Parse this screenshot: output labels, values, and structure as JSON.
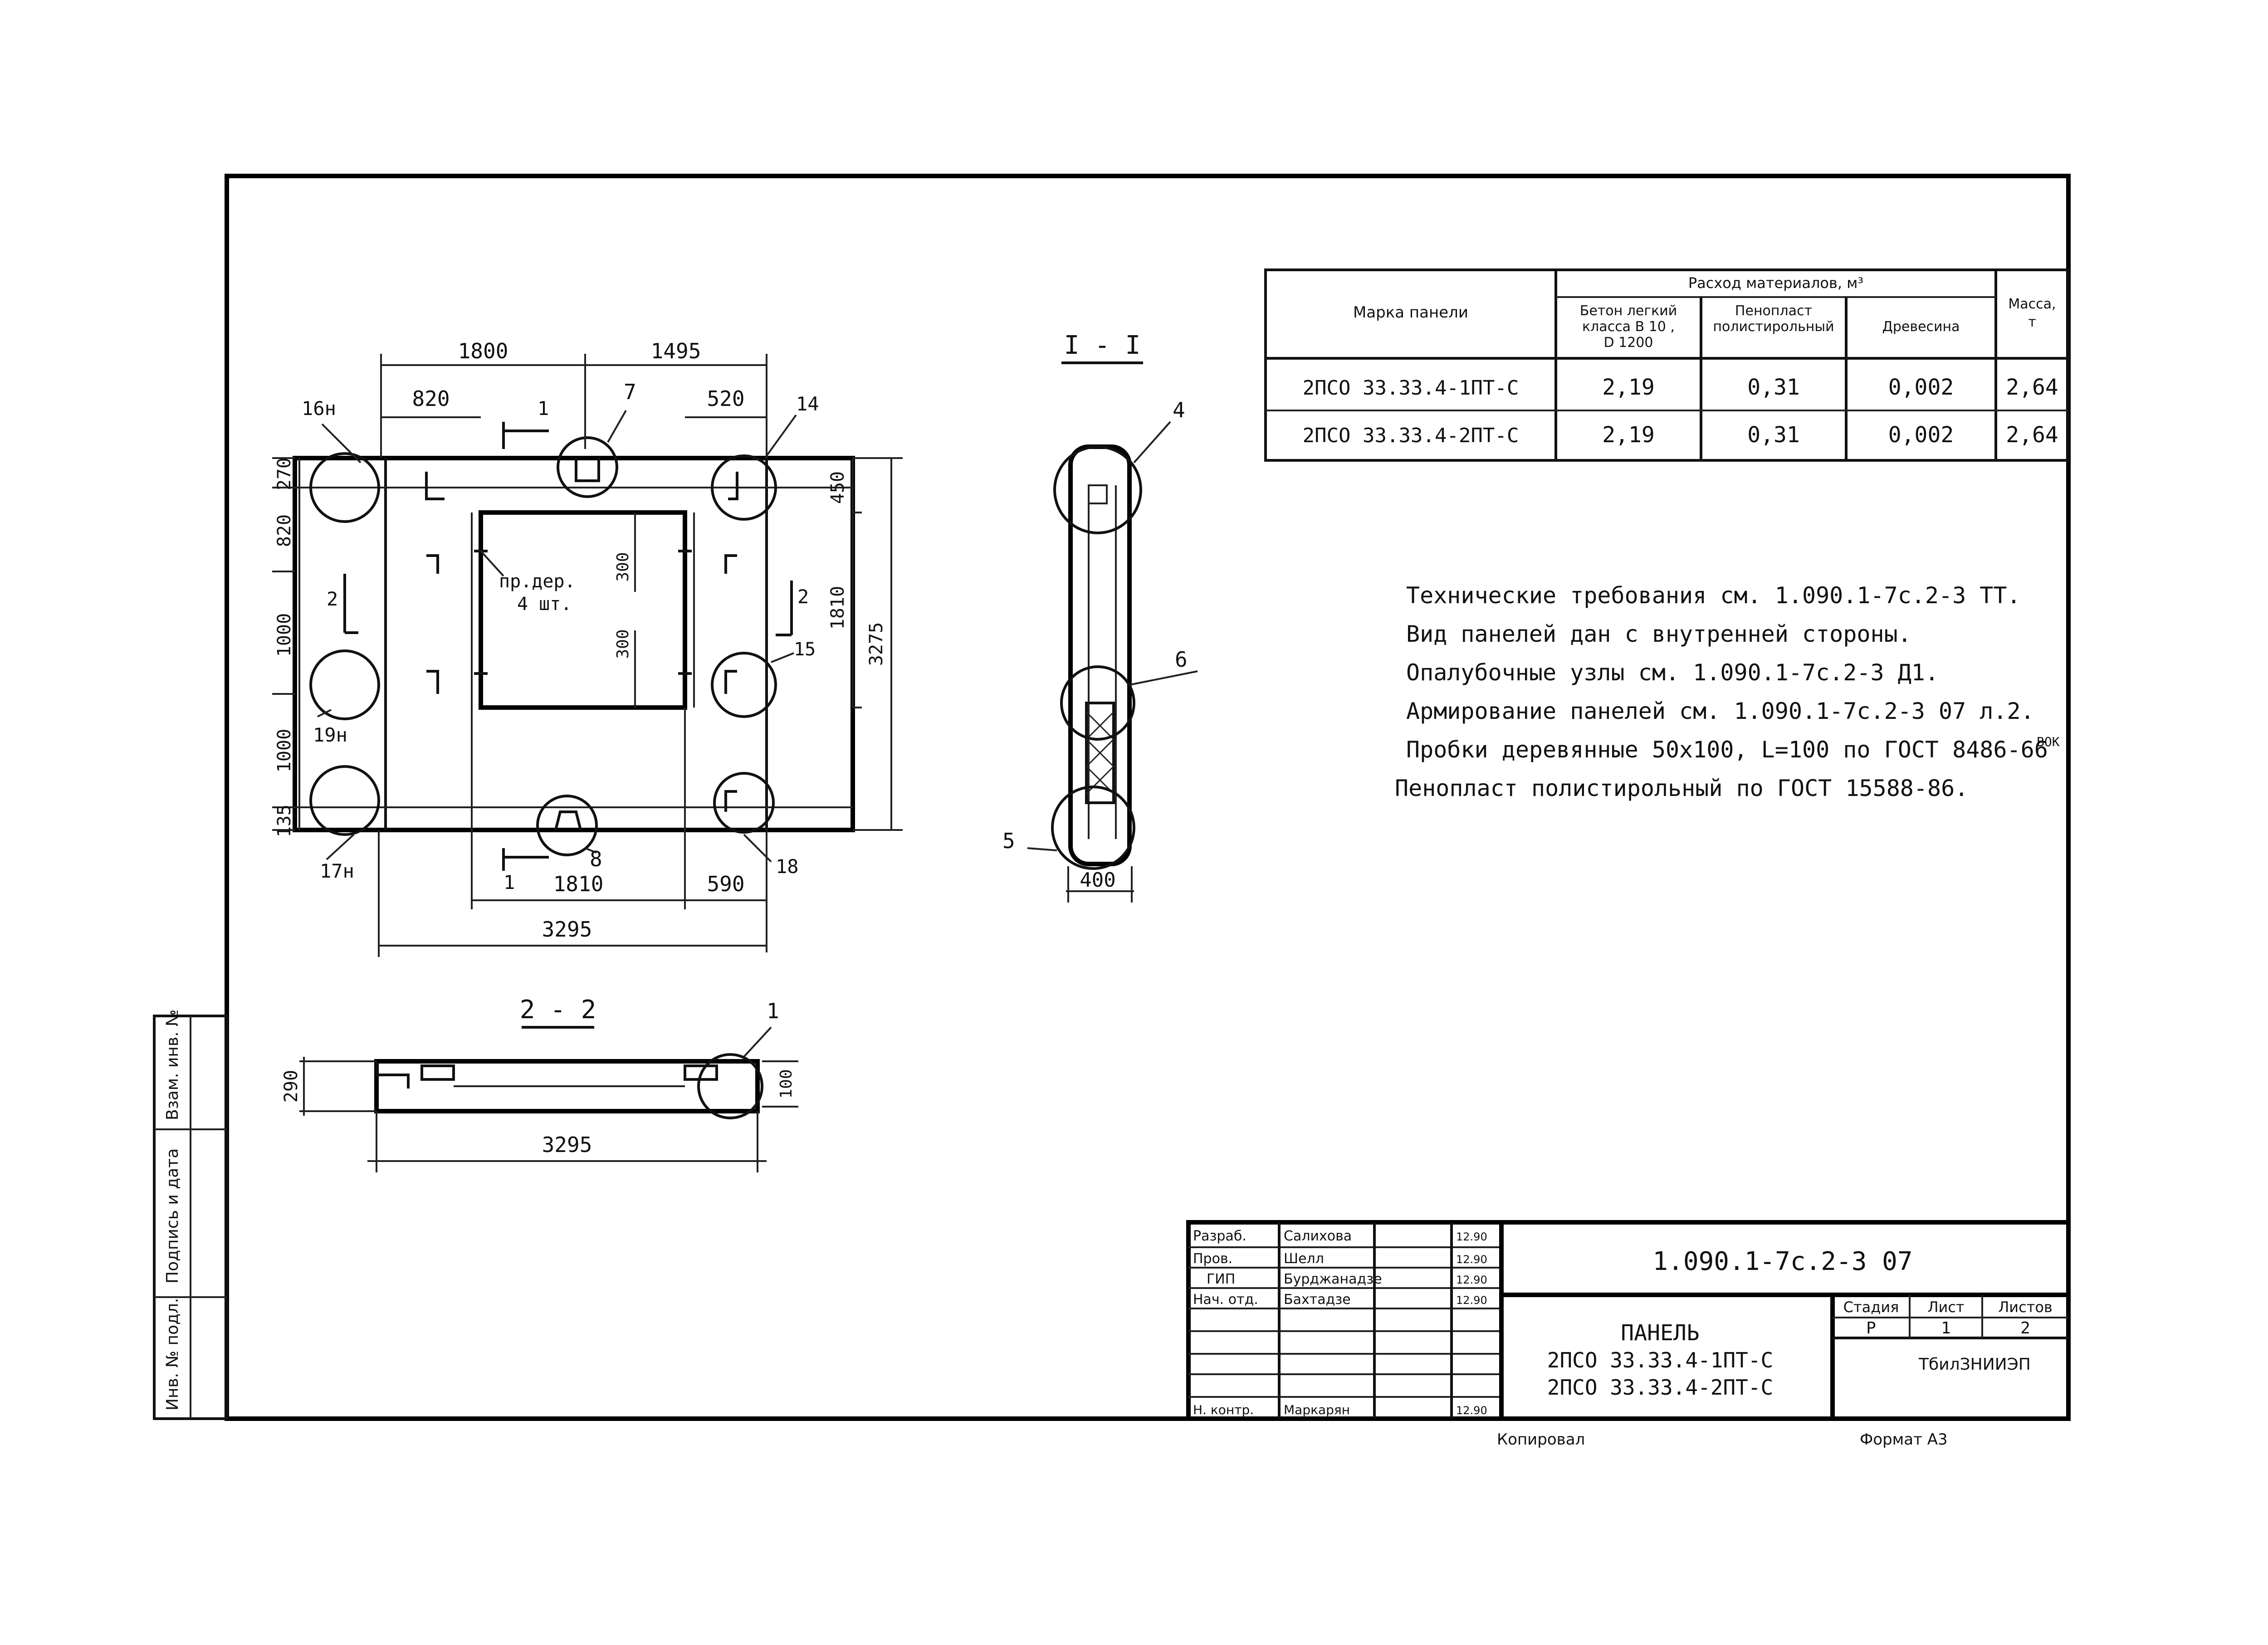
{
  "materials_table": {
    "header_panel": "Марка панели",
    "header_group": "Расход материалов, м³",
    "header_concrete": [
      "Бетон легкий",
      "класса В 10 ,",
      "D 1200"
    ],
    "header_foam": [
      "Пенопласт",
      "полистирольный"
    ],
    "header_wood": "Древесина",
    "header_mass": [
      "Масса,",
      "т"
    ],
    "rows": [
      {
        "mark": "2ПСО 33.33.4-1ПТ-С",
        "concrete": "2,19",
        "foam": "0,31",
        "wood": "0,002",
        "mass": "2,64"
      },
      {
        "mark": "2ПСО 33.33.4-2ПТ-С",
        "concrete": "2,19",
        "foam": "0,31",
        "wood": "0,002",
        "mass": "2,64"
      }
    ]
  },
  "notes": [
    "Технические требования см. 1.090.1-7с.2-3 ТТ.",
    "Вид панелей дан с внутренней стороны.",
    "Опалубочные узлы см. 1.090.1-7с.2-3 Д1.",
    "Армирование панелей см. 1.090.1-7с.2-3 07 л.2.",
    "Пробки деревянные 50х100, L=100 по ГОСТ 8486-66",
    "Пенопласт полистирольный по ГОСТ 15588-86."
  ],
  "notes_superscript": "ВОК",
  "plan": {
    "dim_top": [
      "1800",
      "1495"
    ],
    "dim_top2": [
      "820",
      "520"
    ],
    "dim_left": [
      "270",
      "820",
      "1000",
      "1000",
      "135"
    ],
    "dim_right": [
      "450",
      "1810",
      "3275"
    ],
    "dim_bottom": [
      "1810",
      "590"
    ],
    "dim_total": "3295",
    "opening_dims": [
      "300",
      "300"
    ],
    "opening_note": [
      "пр.дер.",
      "4 шт."
    ],
    "node_labels": [
      "16н",
      "14",
      "19н",
      "15",
      "17н",
      "18",
      "7",
      "8"
    ],
    "section_marks": [
      "1",
      "1",
      "2",
      "2"
    ]
  },
  "section_11": {
    "title": "I - I",
    "callouts": [
      "4",
      "6",
      "5"
    ],
    "width": "400"
  },
  "section_22": {
    "title": "2 - 2",
    "callout": "1",
    "height_left": "290",
    "height_right": "100",
    "length": "3295"
  },
  "stamp": {
    "doc_code": "1.090.1-7с.2-3 07",
    "rows": [
      {
        "role": "Разраб.",
        "name": "Салихова",
        "date": "12.90"
      },
      {
        "role": "Пров.",
        "name": "Шелл",
        "date": "12.90"
      },
      {
        "role": "ГИП",
        "name": "Бурджанадзе",
        "date": "12.90"
      },
      {
        "role": "Нач. отд.",
        "name": "Бахтадзе",
        "date": "12.90"
      },
      {
        "role": "Н. контр.",
        "name": "Маркарян",
        "date": "12.90"
      }
    ],
    "title": [
      "ПАНЕЛЬ",
      "2ПСО 33.33.4-1ПТ-С",
      "2ПСО 33.33.4-2ПТ-С"
    ],
    "stage_label": "Стадия",
    "sheet_label": "Лист",
    "sheets_label": "Листов",
    "stage": "Р",
    "sheet": "1",
    "sheets": "2",
    "org": "ТбилЗНИИЭП"
  },
  "side_stamp": [
    "Взам. инв. №",
    "Подпись и дата",
    "Инв. № подл."
  ],
  "footer": {
    "copied": "Копировал",
    "format": "Формат А3"
  }
}
